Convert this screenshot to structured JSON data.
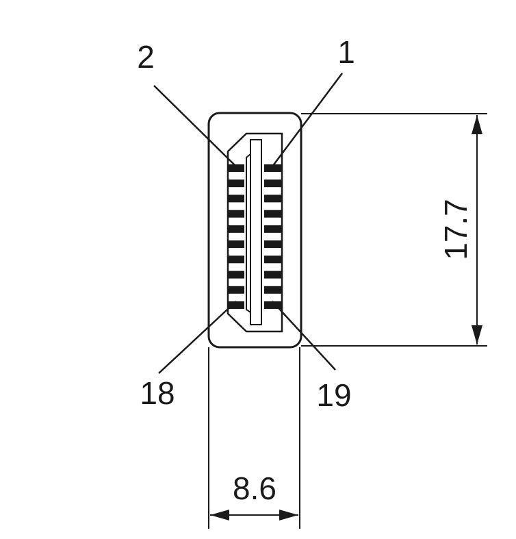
{
  "diagram": {
    "pin_labels": {
      "top_left": "2",
      "top_right": "1",
      "bottom_left": "18",
      "bottom_right": "19"
    },
    "dimensions": {
      "height": "17.7",
      "width": "8.6"
    },
    "pins_per_column": 10
  }
}
